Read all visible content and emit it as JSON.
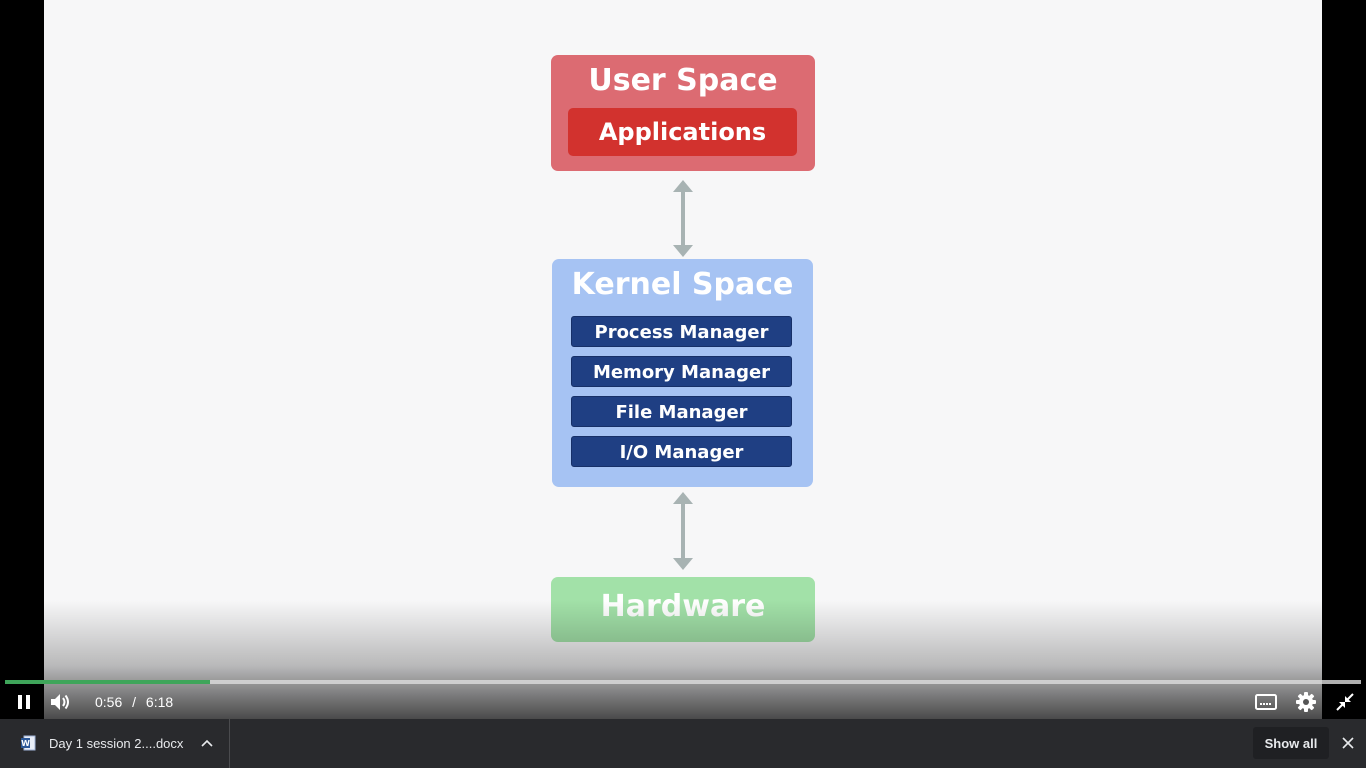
{
  "diagram": {
    "user_space": {
      "title": "User Space",
      "applications": "Applications"
    },
    "kernel_space": {
      "title": "Kernel Space",
      "modules": [
        "Process Manager",
        "Memory Manager",
        "File Manager",
        "I/O Manager"
      ]
    },
    "hardware": {
      "title": "Hardware"
    }
  },
  "player": {
    "current_time": "0:56",
    "separator": "/",
    "duration": "6:18",
    "progress_fraction": 0.151,
    "icons": {
      "play_pause": "pause-icon",
      "volume": "volume-icon",
      "captions": "captions-icon",
      "settings": "gear-icon",
      "fullscreen": "exit-fullscreen-icon"
    },
    "progress_color": "#3fa55a"
  },
  "downloads": {
    "file_name": "Day 1 session 2....docx",
    "file_icon": "word-doc-icon",
    "show_all_label": "Show all",
    "close_icon": "close-icon"
  }
}
